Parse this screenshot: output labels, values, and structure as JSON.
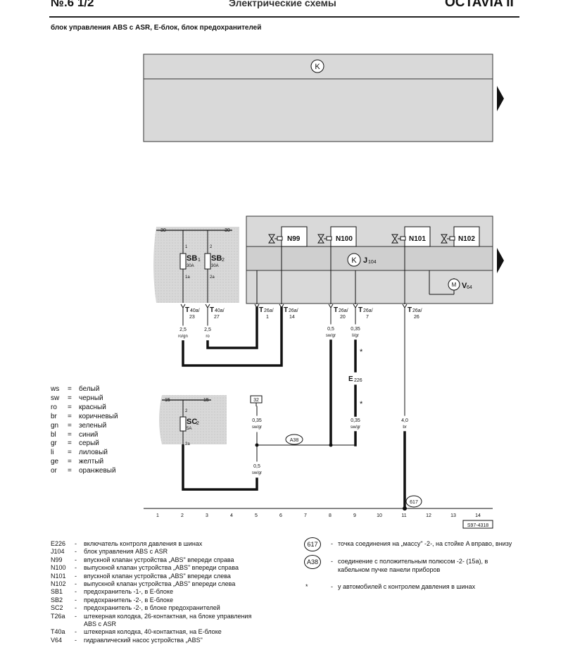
{
  "header": {
    "page_number": "№.6 1/2",
    "section_title": "Электрические схемы",
    "model": "OCTAVIA II"
  },
  "subtitle": "блок управления ABS с ASR, E-блок, блок предохранителей",
  "diagram": {
    "top_box_symbol": "K",
    "terminal_30_left": "30",
    "terminal_30_right": "30",
    "terminal_15_left": "15",
    "terminal_15_right": "15",
    "sb1_label": "SB",
    "sb1_sub": "1",
    "sb1_rating": "30A",
    "sb1_pin_top": "1",
    "sb1_pin_bottom": "1a",
    "sb2_label": "SB",
    "sb2_sub": "2",
    "sb2_rating": "30A",
    "sb2_pin_top": "2",
    "sb2_pin_bottom": "2a",
    "sc2_label": "SC",
    "sc2_sub": "2",
    "sc2_rating": "5A",
    "sc2_pin_top": "2",
    "sc2_pin_bottom": "2a",
    "valves": [
      "N99",
      "N100",
      "N101",
      "N102"
    ],
    "j104": "J",
    "j104_sub": "104",
    "v64": "V",
    "v64_sub": "64",
    "motor_symbol": "M",
    "connectors": [
      {
        "name": "T",
        "sub": "40a/",
        "pin": "23"
      },
      {
        "name": "T",
        "sub": "40a/",
        "pin": "27"
      },
      {
        "name": "T",
        "sub": "26a/",
        "pin": "1"
      },
      {
        "name": "T",
        "sub": "26a/",
        "pin": "14"
      },
      {
        "name": "T",
        "sub": "26a/",
        "pin": "20"
      },
      {
        "name": "T",
        "sub": "26a/",
        "pin": "7"
      },
      {
        "name": "T",
        "sub": "26a/",
        "pin": "26"
      }
    ],
    "wires": [
      {
        "size": "2,5",
        "color": "ro/gn"
      },
      {
        "size": "2,5",
        "color": "ro"
      },
      {
        "size": "0,5",
        "color": "sw/gr"
      },
      {
        "size": "0,35",
        "color": "li/gr"
      },
      {
        "size": "4,0",
        "color": "br"
      },
      {
        "size": "0,35",
        "color": "sw/gr"
      },
      {
        "size": "0,35",
        "color": "sw/gr"
      },
      {
        "size": "0,5",
        "color": "sw/gr"
      }
    ],
    "e226": "E",
    "e226_sub": "226",
    "star": "*",
    "ref_32": "32",
    "ref_a38": "A38",
    "ref_617": "617",
    "grid_numbers": [
      "1",
      "2",
      "3",
      "4",
      "5",
      "6",
      "7",
      "8",
      "9",
      "10",
      "11",
      "12",
      "13",
      "14"
    ],
    "figure_code": "S97-4318"
  },
  "color_legend": [
    {
      "code": "ws",
      "eq": "=",
      "name": "белый"
    },
    {
      "code": "sw",
      "eq": "=",
      "name": "черный"
    },
    {
      "code": "ro",
      "eq": "=",
      "name": "красный"
    },
    {
      "code": "br",
      "eq": "=",
      "name": "коричневый"
    },
    {
      "code": "gn",
      "eq": "=",
      "name": "зеленый"
    },
    {
      "code": "bl",
      "eq": "=",
      "name": "синий"
    },
    {
      "code": "gr",
      "eq": "=",
      "name": "серый"
    },
    {
      "code": "li",
      "eq": "=",
      "name": "лиловый"
    },
    {
      "code": "ge",
      "eq": "=",
      "name": "желтый"
    },
    {
      "code": "or",
      "eq": "=",
      "name": "оранжевый"
    }
  ],
  "component_legend": [
    {
      "code": "E226",
      "text": "включатель контроля давления в шинах"
    },
    {
      "code": "J104",
      "text": "блок управления ABS с ASR"
    },
    {
      "code": "N99",
      "text": "впускной клапан устройства „ABS\" впереди справа"
    },
    {
      "code": "N100",
      "text": "выпускной клапан устройства „ABS\" впереди справа"
    },
    {
      "code": "N101",
      "text": "впускной клапан устройства „ABS\" впереди слева"
    },
    {
      "code": "N102",
      "text": "выпускной клапан устройства „ABS\" впереди слева"
    },
    {
      "code": "SB1",
      "text": "предохранитель -1-, в E-блоке"
    },
    {
      "code": "SB2",
      "text": "предохранитель -2-, в E-блоке"
    },
    {
      "code": "SC2",
      "text": "предохранитель -2-, в блоке предохранителей"
    },
    {
      "code": "T26a",
      "text": "штекерная колодка, 26-контактная, на блоке управления ABS с ASR"
    },
    {
      "code": "T40a",
      "text": "штекерная колодка, 40-контактная, на E-блоке"
    },
    {
      "code": "V64",
      "text": "гидравлический насос устройства „ABS\""
    }
  ],
  "notes": {
    "n617_mark": "617",
    "n617": "точка соединения на „массу\" -2-, на стойке A вправо, внизу",
    "a38_mark": "A38",
    "a38": "соединение с положительным полюсом -2- (15a), в кабельном пучке панели приборов",
    "star_mark": "*",
    "star": "у автомобилей с контролем давления в шинах"
  }
}
